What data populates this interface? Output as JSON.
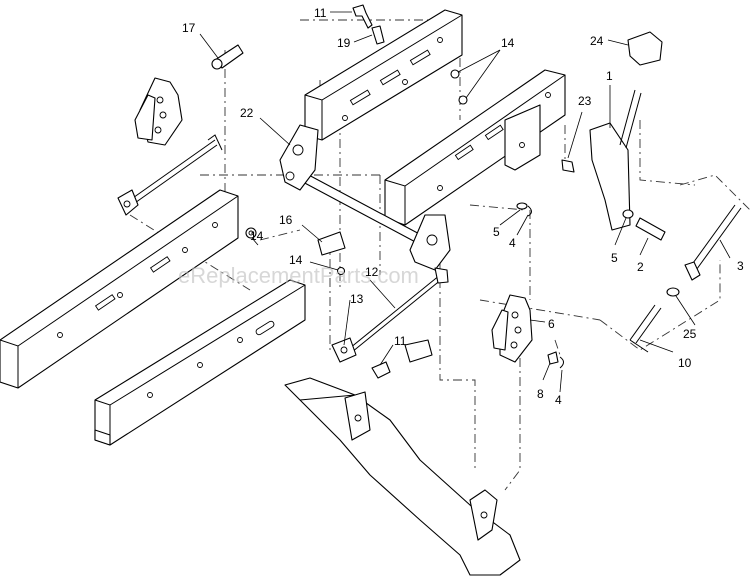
{
  "watermark": "eReplacementParts.com",
  "callouts": {
    "c1": "1",
    "c2": "2",
    "c3": "3",
    "c4a": "4",
    "c4b": "4",
    "c5a": "5",
    "c5b": "5",
    "c6": "6",
    "c8": "8",
    "c10": "10",
    "c11a": "11",
    "c11b": "11",
    "c12": "12",
    "c13": "13",
    "c14a": "14",
    "c14b": "14",
    "c14c": "14",
    "c16": "16",
    "c17": "17",
    "c19": "19",
    "c22": "22",
    "c23": "23",
    "c24": "24",
    "c25": "25"
  }
}
